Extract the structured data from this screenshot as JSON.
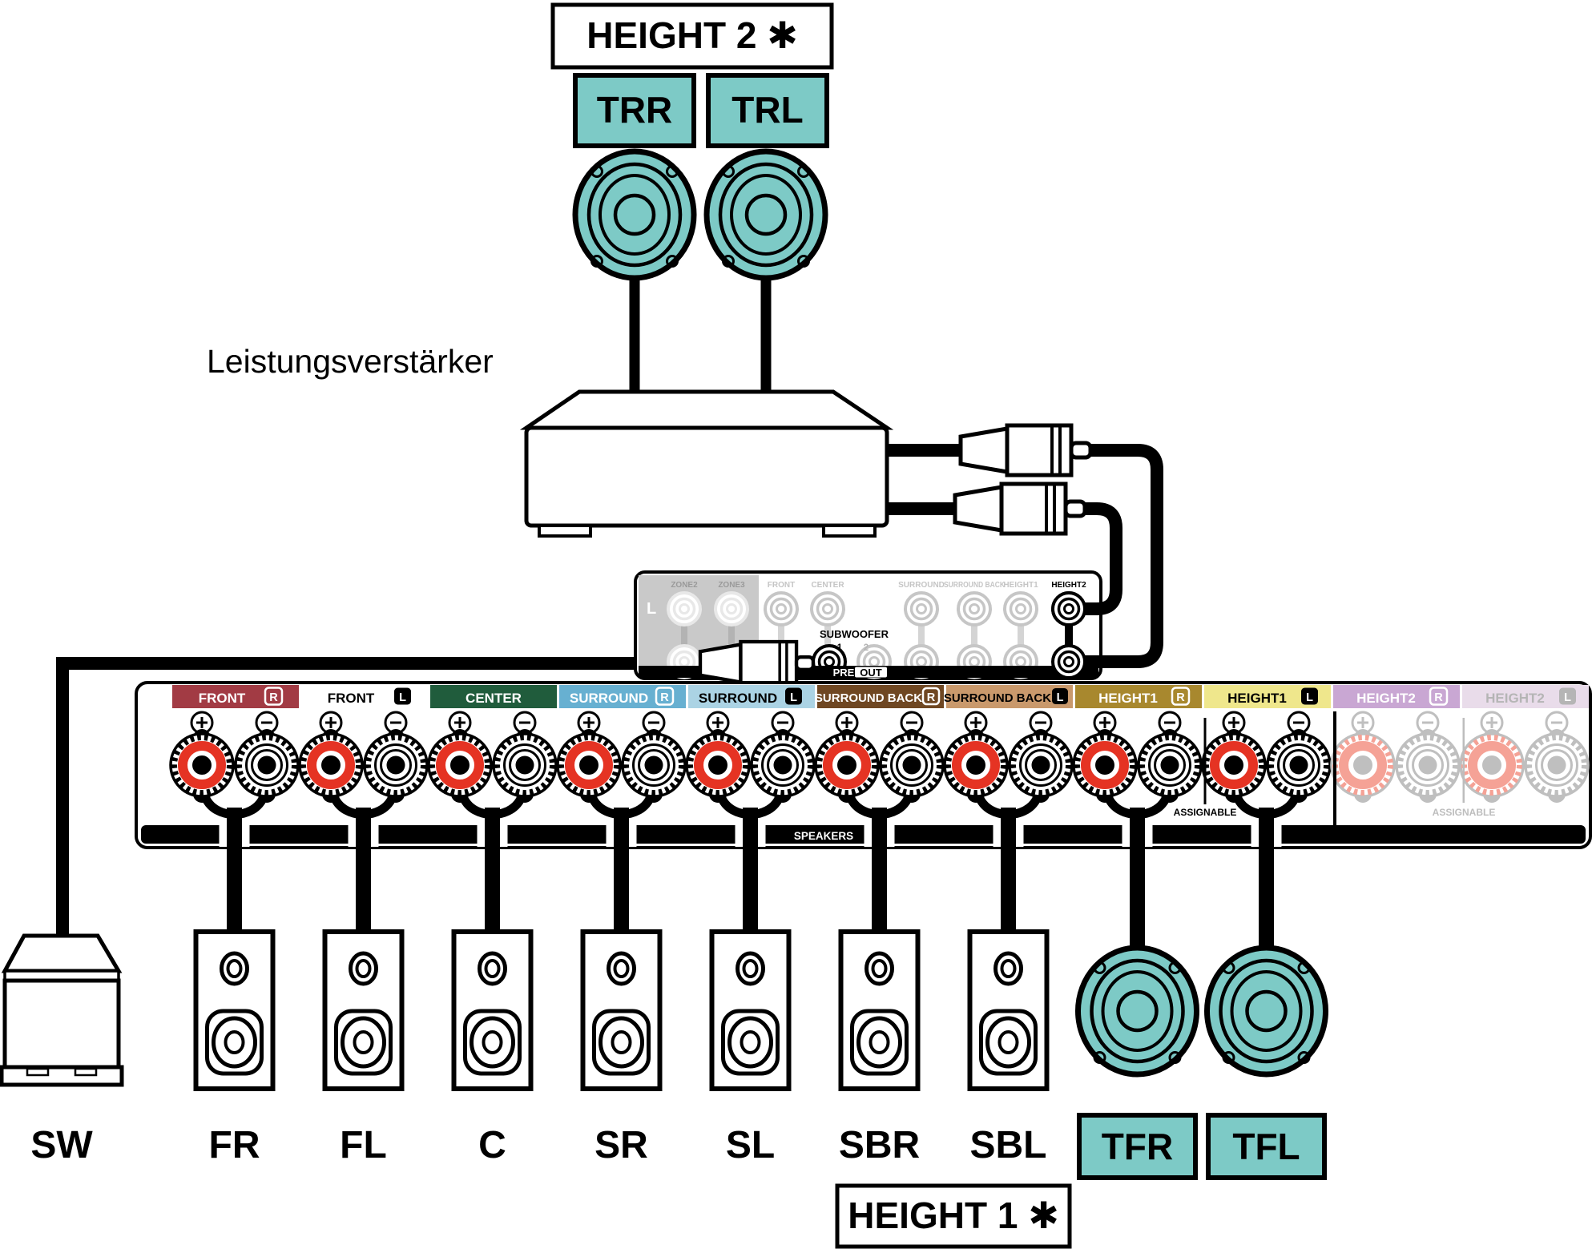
{
  "top": {
    "box_label": "HEIGHT 2 ✱",
    "speaker_labels": [
      "TRR",
      "TRL"
    ]
  },
  "amplifier": {
    "label": "Leistungsverstärker"
  },
  "pre_out_panel": {
    "zone_marker": "L",
    "channels": [
      {
        "label": "ZONE2",
        "color": "#9a9a9a"
      },
      {
        "label": "ZONE3",
        "color": "#9a9a9a"
      },
      {
        "label": "FRONT",
        "color": "#c5c5c5"
      },
      {
        "label": "CENTER",
        "color": "#c5c5c5"
      },
      {
        "label": "SURROUND",
        "color": "#c5c5c5"
      },
      {
        "label": "SURROUND BACK",
        "color": "#c5c5c5"
      },
      {
        "label": "HEIGHT1",
        "color": "#c5c5c5"
      },
      {
        "label": "HEIGHT2",
        "color": "#000000"
      }
    ],
    "subwoofer": {
      "label": "SUBWOOFER",
      "jack1": "1",
      "jack2": "2"
    },
    "pre": "PRE",
    "out": "OUT"
  },
  "speaker_panel": {
    "speakers_label": "SPEAKERS",
    "assignable_height1": "ASSIGNABLE",
    "assignable_height2": "ASSIGNABLE",
    "groups": [
      {
        "label": "FRONT",
        "badge": "R",
        "strip_color": "#a23b44",
        "label_color": "#ffffff",
        "badge_fill": "none",
        "badge_stroke": "#ffffff",
        "badge_letter_color": "#ffffff"
      },
      {
        "label": "FRONT",
        "badge": "L",
        "strip_color": "#ffffff",
        "label_color": "#000000",
        "badge_fill": "#000000",
        "badge_stroke": "none",
        "badge_letter_color": "#ffffff"
      },
      {
        "label": "CENTER",
        "badge": "",
        "strip_color": "#205c3c",
        "label_color": "#ffffff",
        "badge_fill": "none",
        "badge_stroke": "none",
        "badge_letter_color": "none"
      },
      {
        "label": "SURROUND",
        "badge": "R",
        "strip_color": "#67b0d1",
        "label_color": "#ffffff",
        "badge_fill": "none",
        "badge_stroke": "#ffffff",
        "badge_letter_color": "#ffffff"
      },
      {
        "label": "SURROUND",
        "badge": "L",
        "strip_color": "#abd3e4",
        "label_color": "#000000",
        "badge_fill": "#000000",
        "badge_stroke": "none",
        "badge_letter_color": "#ffffff"
      },
      {
        "label": "SURROUND BACK",
        "badge": "R",
        "strip_color": "#6f4722",
        "label_color": "#ffffff",
        "badge_fill": "none",
        "badge_stroke": "#ffffff",
        "badge_letter_color": "#ffffff"
      },
      {
        "label": "SURROUND BACK",
        "badge": "L",
        "strip_color": "#c9996c",
        "label_color": "#000000",
        "badge_fill": "#000000",
        "badge_stroke": "none",
        "badge_letter_color": "#ffffff"
      },
      {
        "label": "HEIGHT1",
        "badge": "R",
        "strip_color": "#a8882e",
        "label_color": "#ffffff",
        "badge_fill": "none",
        "badge_stroke": "#ffffff",
        "badge_letter_color": "#ffffff"
      },
      {
        "label": "HEIGHT1",
        "badge": "L",
        "strip_color": "#efe78c",
        "label_color": "#000000",
        "badge_fill": "#000000",
        "badge_stroke": "none",
        "badge_letter_color": "#ffffff"
      },
      {
        "label": "HEIGHT2",
        "badge": "R",
        "strip_color": "#c9a7d3",
        "label_color": "#ffffff",
        "badge_fill": "none",
        "badge_stroke": "#ffffff",
        "badge_letter_color": "#ffffff"
      },
      {
        "label": "HEIGHT2",
        "badge": "L",
        "strip_color": "#e9dcea",
        "label_color": "#b5b5b5",
        "badge_fill": "#b5b5b5",
        "badge_stroke": "none",
        "badge_letter_color": "#ffffff"
      }
    ]
  },
  "floor_speakers": {
    "labels": [
      "SW",
      "FR",
      "FL",
      "C",
      "SR",
      "SL",
      "SBR",
      "SBL"
    ]
  },
  "bottom_group": {
    "box_label": "HEIGHT 1 ✱",
    "speaker_labels": [
      "TFR",
      "TFL"
    ]
  },
  "colors": {
    "speaker_teal": "#7dcac6",
    "post_red": "#e53323",
    "inactive_post_red": "#f5a296",
    "inactive_gray": "#bfbfbf",
    "pre_out_zone_block_gray": "#c9c9c9"
  }
}
